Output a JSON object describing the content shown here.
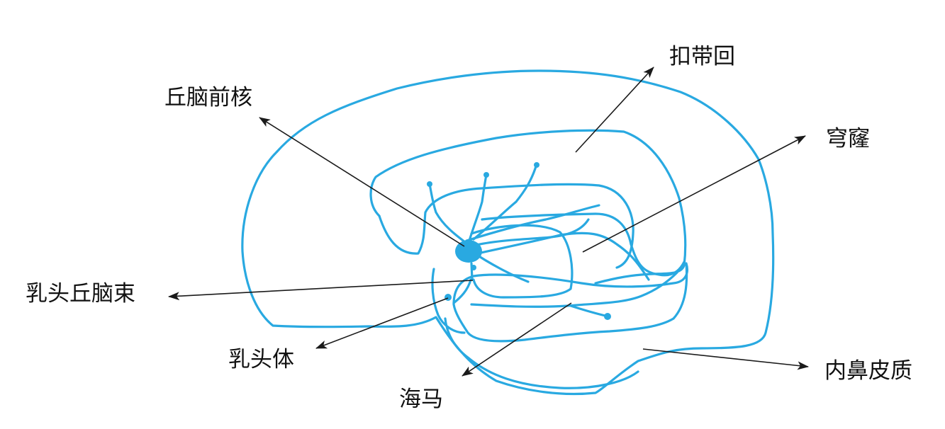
{
  "colors": {
    "structure": "#29a9e1",
    "arrow": "#1a1a1a",
    "label": "#111111"
  },
  "labels": {
    "cingulate_gyrus": "扣带回",
    "anterior_thalamic_nucleus": "丘脑前核",
    "fornix": "穹窿",
    "mammillothalamic_tract": "乳头丘脑束",
    "mammillary_body": "乳头体",
    "hippocampus": "海马",
    "entorhinal_cortex": "内鼻皮质"
  }
}
